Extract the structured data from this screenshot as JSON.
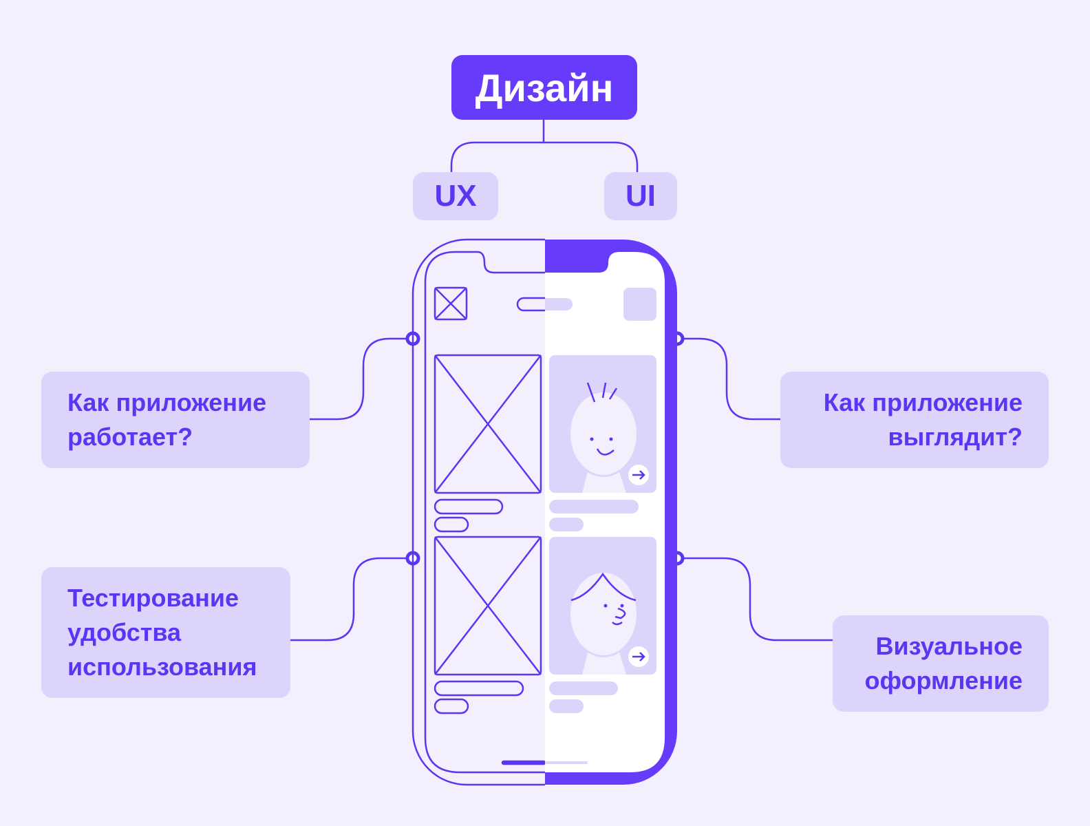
{
  "diagram": {
    "title": "Дизайн",
    "branches": [
      {
        "label": "UX"
      },
      {
        "label": "UI"
      }
    ],
    "questions": {
      "ux_how_works": [
        "Как приложение",
        "работает?"
      ],
      "ux_testing": [
        "Тестирование",
        "удобства",
        "использования"
      ],
      "ui_how_looks": [
        "Как приложение",
        "выглядит?"
      ],
      "ui_visual": [
        "Визуальное",
        "оформление"
      ]
    }
  },
  "colors": {
    "background": "#f3effd",
    "accent": "#673bfa",
    "box_fill": "#ddd4fb",
    "text_accent": "#5b35f2",
    "line": "#5b35f2"
  },
  "icons": [
    "image-placeholder-icon",
    "arrow-right-icon",
    "person-face-icon"
  ]
}
